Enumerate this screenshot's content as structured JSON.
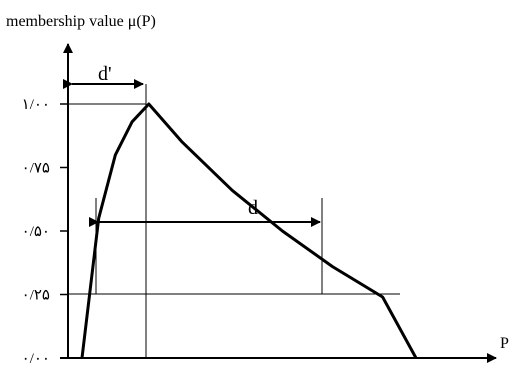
{
  "chart_data": {
    "type": "line",
    "ylabel": "membership value μ(P)",
    "xlabel": "P",
    "ylim": [
      0,
      1
    ],
    "y_ticks": [
      {
        "value": 0.0,
        "label": "۰/۰۰"
      },
      {
        "value": 0.25,
        "label": "۰/۲۵"
      },
      {
        "value": 0.5,
        "label": "۰/۵۰"
      },
      {
        "value": 0.75,
        "label": "۰/۷۵"
      },
      {
        "value": 1.0,
        "label": "۱/۰۰"
      }
    ],
    "x": [
      0.0,
      0.05,
      0.1,
      0.15,
      0.2,
      0.3,
      0.45,
      0.6,
      0.75,
      0.9,
      1.0
    ],
    "series": [
      {
        "values": [
          0.0,
          0.55,
          0.8,
          0.93,
          1.0,
          0.85,
          0.66,
          0.5,
          0.36,
          0.24,
          0.0
        ]
      }
    ],
    "annotations": {
      "d_prime": "d'",
      "d": "d"
    },
    "grid": false
  }
}
